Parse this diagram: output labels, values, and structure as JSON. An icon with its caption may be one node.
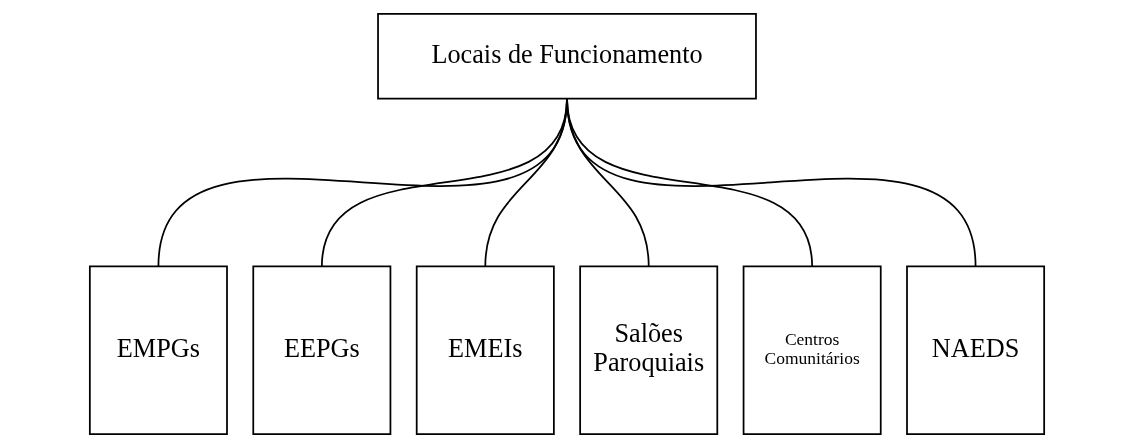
{
  "diagram": {
    "nodes": [
      {
        "text": [
          "Locais de Funcionamento"
        ]
      },
      {
        "text": [
          "EMPGs"
        ]
      },
      {
        "text": [
          "EEPGs"
        ]
      },
      {
        "text": [
          "EMEIs"
        ]
      },
      {
        "text": [
          "Salões Paroquiais"
        ]
      },
      {
        "text": [
          "Centros Comunitários"
        ]
      },
      {
        "text": [
          "NAEDS"
        ]
      }
    ],
    "edges": [
      {
        "from": 0,
        "to": 1,
        "arrow": "none"
      },
      {
        "from": 0,
        "to": 2,
        "arrow": "none"
      },
      {
        "from": 0,
        "to": 3,
        "arrow": "none"
      },
      {
        "from": 0,
        "to": 4,
        "arrow": "none"
      },
      {
        "from": 0,
        "to": 5,
        "arrow": "none"
      },
      {
        "from": 0,
        "to": 6,
        "arrow": "none"
      }
    ]
  }
}
